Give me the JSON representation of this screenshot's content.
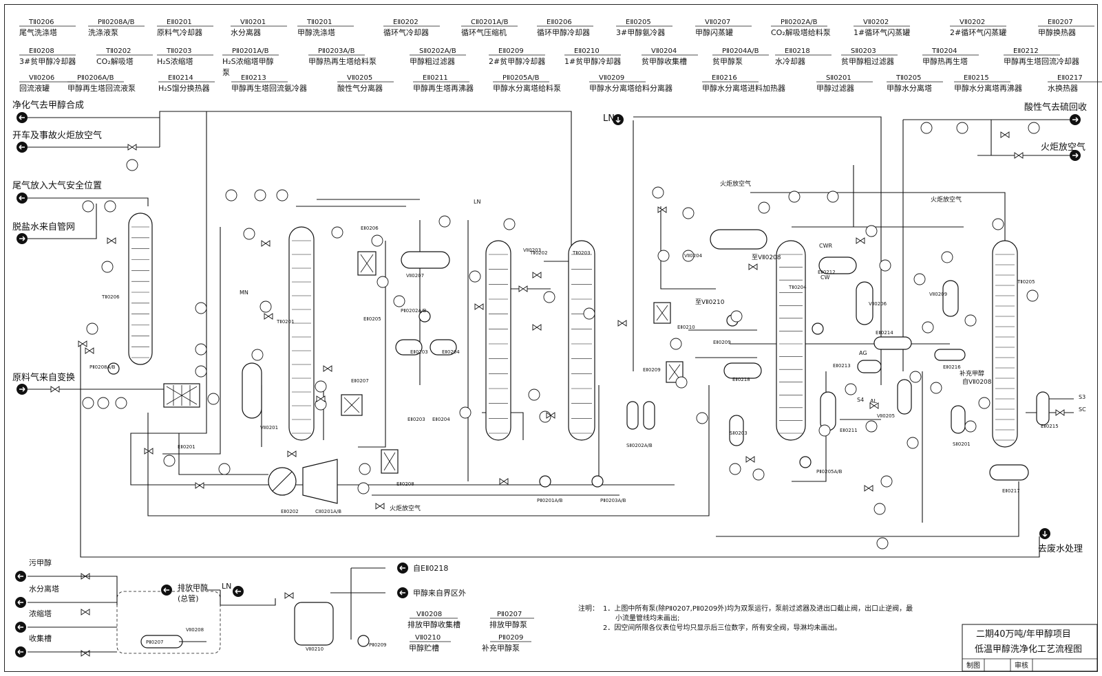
{
  "equipment_header": {
    "row1": [
      {
        "tag": "TⅡ0206",
        "name": "尾气洗涤塔"
      },
      {
        "tag": "PⅡ0208A/B",
        "name": "洗涤液泵"
      },
      {
        "tag": "EⅡ0201",
        "name": "原料气冷却器"
      },
      {
        "tag": "VⅡ0201",
        "name": "水分离器"
      },
      {
        "tag": "TⅡ0201",
        "name": "甲醇洗涤塔"
      },
      {
        "tag": "EⅡ0202",
        "name": "循环气冷却器"
      },
      {
        "tag": "CⅡ0201A/B",
        "name": "循环气压缩机"
      },
      {
        "tag": "EⅡ0206",
        "name": "循环甲醇冷却器"
      },
      {
        "tag": "EⅡ0205",
        "name": "3#甲醇氨冷器"
      },
      {
        "tag": "VⅡ0207",
        "name": "甲醇闪蒸罐"
      },
      {
        "tag": "PⅡ0202A/B",
        "name": "CO₂解吸塔给料泵"
      },
      {
        "tag": "VⅡ0202",
        "name": "1#循环气闪蒸罐"
      },
      {
        "tag": "VⅡ0202",
        "name": "2#循环气闪蒸罐"
      },
      {
        "tag": "EⅡ0207",
        "name": "甲醇换热器"
      }
    ],
    "row2": [
      {
        "tag": "EⅡ0208",
        "name": "3#贫甲醇冷却器"
      },
      {
        "tag": "TⅡ0202",
        "name": "CO₂解吸塔"
      },
      {
        "tag": "TⅡ0203",
        "name": "H₂S浓缩塔"
      },
      {
        "tag": "PⅡ0201A/B",
        "name": "H₂S浓缩塔甲醇"
      },
      {
        "tag": "PⅡ0203A/B",
        "name": "甲醇热再生塔给料泵"
      },
      {
        "tag": "SⅡ0202A/B",
        "name": "甲醇粗过滤器"
      },
      {
        "tag": "EⅡ0209",
        "name": "2#贫甲醇冷却器"
      },
      {
        "tag": "EⅡ0210",
        "name": "1#贫甲醇冷却器"
      },
      {
        "tag": "VⅡ0204",
        "name": "贫甲醇收集槽"
      },
      {
        "tag": "PⅡ0204A/B",
        "name": "贫甲醇泵"
      },
      {
        "tag": "EⅡ0218",
        "name": "水冷却器"
      },
      {
        "tag": "SⅡ0203",
        "name": "贫甲醇粗过滤器"
      },
      {
        "tag": "TⅡ0204",
        "name": "甲醇热再生塔"
      },
      {
        "tag": "EⅡ0212",
        "name": "甲醇再生塔回流冷却器"
      }
    ],
    "row2_extra": "泵",
    "row3": [
      {
        "tag": "VⅡ0206",
        "name": "回流液罐"
      },
      {
        "tag": "PⅡ0206A/B",
        "name": "甲醇再生塔回流液泵"
      },
      {
        "tag": "EⅡ0214",
        "name": "H₂S馏分换热器"
      },
      {
        "tag": "EⅡ0213",
        "name": "甲醇再生塔回流氨冷器"
      },
      {
        "tag": "VⅡ0205",
        "name": "酸性气分离器"
      },
      {
        "tag": "EⅡ0211",
        "name": "甲醇再生塔再沸器"
      },
      {
        "tag": "PⅡ0205A/B",
        "name": "甲醇水分离塔给料泵"
      },
      {
        "tag": "VⅡ0209",
        "name": "甲醇水分离塔给料分离器"
      },
      {
        "tag": "EⅡ0216",
        "name": "甲醇水分离塔进料加热器"
      },
      {
        "tag": "SⅡ0201",
        "name": "甲醇过滤器"
      },
      {
        "tag": "TⅡ0205",
        "name": "甲醇水分离塔"
      },
      {
        "tag": "EⅡ0215",
        "name": "甲醇水分离塔再沸器"
      },
      {
        "tag": "EⅡ0217",
        "name": "水换热器"
      }
    ]
  },
  "streams_left": [
    {
      "label": "净化气去甲醇合成",
      "dir": "out"
    },
    {
      "label": "开车及事故火炬放空气",
      "dir": "out"
    },
    {
      "label": "尾气放入大气安全位置",
      "dir": "out"
    },
    {
      "label": "脱盐水来自管网",
      "dir": "in"
    },
    {
      "label": "原料气来自变换",
      "dir": "in"
    }
  ],
  "streams_right": [
    {
      "label": "酸性气去硫回收",
      "dir": "out"
    },
    {
      "label": "火炬放空气",
      "dir": "out"
    },
    {
      "label": "去废水处理",
      "dir": "out"
    }
  ],
  "ln_label": "LN",
  "inline_labels": {
    "flare1": "火炬放空气",
    "flare2": "火炬放空气",
    "flare3": "火炬放空气",
    "to_v0208": "至VⅡ0208",
    "to_v0210": "至VⅡ0210",
    "makeup": "补充甲醇",
    "from_v0208": "自VⅡ0208",
    "cwr": "CWR",
    "cw": "CW",
    "mn": "MN",
    "ag": "AG",
    "al": "AL",
    "s3": "S3",
    "s4": "S4",
    "sc": "SC",
    "ln_small": "LN"
  },
  "bottom_left": {
    "sources": [
      "污甲醇",
      "水分离塔",
      "浓缩塔",
      "收集槽"
    ],
    "drain_label": "排放甲醇",
    "drain_sub": "(总管)",
    "ln": "LN",
    "right_streams": [
      "自EⅡ0218",
      "甲醇来自界区外"
    ],
    "vessel_tag1": "PⅡ0207",
    "vessel_tag2": "VⅡ0208",
    "vessel_tag3": "VⅡ0210",
    "pump_tag": "PⅡ0209"
  },
  "bottom_legend": [
    {
      "tag": "VⅡ0208",
      "name": "排放甲醇收集槽"
    },
    {
      "tag": "PⅡ0207",
      "name": "排放甲醇泵"
    },
    {
      "tag": "VⅡ0210",
      "name": "甲醇贮槽"
    },
    {
      "tag": "PⅡ0209",
      "name": "补充甲醇泵"
    }
  ],
  "notes": {
    "label": "注明：",
    "line1": "1．上图中所有泵(除PⅡ0207,PⅡ0209外)均为双泵运行，泵前过滤器及进出口截止阀，出口止逆阀，最",
    "line1b": "小流量管线均未画出;",
    "line2": "2．因空间所限各仪表位号均只显示后三位数字，所有安全阀，导淋均未画出。"
  },
  "title_block": {
    "project": "二期40万吨/年甲醇项目",
    "drawing": "低温甲醇洗净化工艺流程图",
    "drawn_by": "制图",
    "checked_by": "审核"
  },
  "equipment_labels": [
    "TⅡ0206",
    "PⅡ0208A/B",
    "EⅡ0201",
    "VⅡ0201",
    "TⅡ0201",
    "EⅡ0206",
    "VⅡ0207",
    "PⅡ0202A/B",
    "EⅡ0205",
    "EⅡ0202",
    "EⅡ0203",
    "EⅡ0204",
    "EⅡ0207",
    "EⅡ0208",
    "CⅡ0201A/B",
    "VⅡ0202",
    "VⅡ0203",
    "PⅡ0201A/B",
    "TⅡ0202",
    "TⅡ0203",
    "PⅡ0203A/B",
    "SⅡ0202A/B",
    "EⅡ0209",
    "EⅡ0210",
    "VⅡ0204",
    "PⅡ0204A/B",
    "EⅡ0218",
    "SⅡ0203",
    "TⅡ0204",
    "PⅡ0205A/B",
    "EⅡ0211",
    "EⅡ0212",
    "VⅡ0206",
    "PⅡ0206A/B",
    "EⅡ0213",
    "EⅡ0214",
    "VⅡ0205",
    "VⅡ0209",
    "EⅡ0216",
    "TⅡ0205",
    "EⅡ0215",
    "SⅡ0201",
    "EⅡ0217"
  ]
}
